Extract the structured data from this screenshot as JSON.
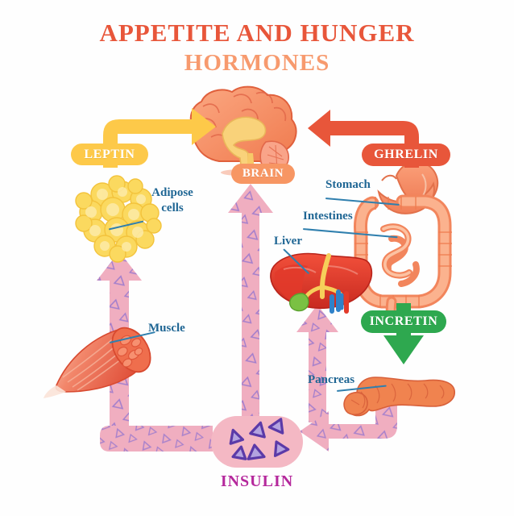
{
  "title": {
    "line1": "APPETITE AND HUNGER",
    "line2": "HORMONES",
    "line1_color": "#e8563a",
    "line2_color": "#f79a6e"
  },
  "hormone_badges": [
    {
      "id": "leptin",
      "label": "LEPTIN",
      "color": "#fdc949",
      "text_color": "#ffffff"
    },
    {
      "id": "ghrelin",
      "label": "GHRELIN",
      "color": "#e8563a",
      "text_color": "#ffffff"
    },
    {
      "id": "brain",
      "label": "BRAIN",
      "color": "#f79663",
      "text_color": "#ffffff"
    },
    {
      "id": "incretin",
      "label": "INCRETIN",
      "color": "#2ea84f",
      "text_color": "#ffffff"
    },
    {
      "id": "insulin",
      "label": "INSULIN",
      "color": "#b5289c",
      "text_color": "#b5289c"
    }
  ],
  "labels": {
    "leptin": "LEPTIN",
    "ghrelin": "GHRELIN",
    "brain": "BRAIN",
    "incretin": "INCRETIN",
    "insulin": "INSULIN",
    "adipose_cells": "Adipose\ncells",
    "stomach": "Stomach",
    "intestines": "Intestines",
    "liver": "Liver",
    "muscle": "Muscle",
    "pancreas": "Pancreas"
  },
  "organs": [
    {
      "id": "brain",
      "name": "brain",
      "label": "BRAIN",
      "color": "#f58a5f"
    },
    {
      "id": "adipose",
      "name": "adipose-cells",
      "label": "Adipose cells",
      "color": "#fbd05a"
    },
    {
      "id": "stomach",
      "name": "stomach",
      "label": "Stomach",
      "color": "#f68f62"
    },
    {
      "id": "intestines",
      "name": "intestines",
      "label": "Intestines",
      "color": "#f68f62"
    },
    {
      "id": "liver",
      "name": "liver",
      "label": "Liver",
      "color": "#e33b2b"
    },
    {
      "id": "muscle",
      "name": "muscle",
      "label": "Muscle",
      "color": "#ef6a4a"
    },
    {
      "id": "pancreas",
      "name": "pancreas",
      "label": "Pancreas",
      "color": "#ef7a50"
    },
    {
      "id": "insulin-pool",
      "name": "insulin-vesicle",
      "label": "INSULIN",
      "color": "#f4b8c4"
    }
  ],
  "arrows": [
    {
      "id": "leptin-arrow",
      "from": "adipose",
      "to": "brain",
      "hormone": "LEPTIN",
      "color": "#fdc949"
    },
    {
      "id": "ghrelin-arrow",
      "from": "stomach",
      "to": "brain",
      "hormone": "GHRELIN",
      "color": "#e8563a"
    },
    {
      "id": "incretin-arrow",
      "from": "intestines",
      "to": "pancreas",
      "hormone": "INCRETIN",
      "color": "#2ea84f"
    },
    {
      "id": "insulin-brain",
      "from": "insulin-pool",
      "to": "brain",
      "hormone": "INSULIN",
      "color": "#f0aec0"
    },
    {
      "id": "insulin-adipose",
      "from": "insulin-pool",
      "to": "adipose",
      "hormone": "INSULIN",
      "color": "#f0aec0"
    },
    {
      "id": "insulin-liver",
      "from": "insulin-pool",
      "to": "liver",
      "hormone": "INSULIN",
      "color": "#f0aec0"
    },
    {
      "id": "insulin-in",
      "from": "pancreas",
      "to": "insulin-pool",
      "hormone": "INSULIN",
      "color": "#f0aec0"
    }
  ],
  "colors": {
    "label_blue": "#1f6694",
    "leader_blue": "#2f7fae",
    "pink_arrow": "#f0aec0",
    "insulin_purple": "#6d4bb6",
    "background": "#ffffff"
  }
}
